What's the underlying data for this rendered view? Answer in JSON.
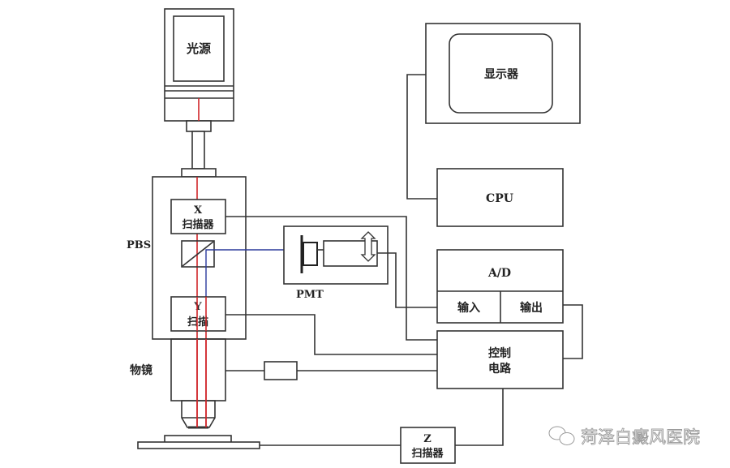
{
  "diagram": {
    "title": "Laser scanning confocal microscope block diagram",
    "labels": {
      "light_source": "光源",
      "pbs": "PBS",
      "x_scanner_line1": "X",
      "x_scanner_line2": "扫描器",
      "y_scanner_line1": "Y",
      "y_scanner_line2": "扫描",
      "objective": "物镜",
      "pmt": "PMT",
      "display": "显示器",
      "cpu": "CPU",
      "ad": "A/D",
      "ad_input": "输入",
      "ad_output": "输出",
      "control_line1": "控制",
      "control_line2": "电路",
      "z_scanner_line1": "Z",
      "z_scanner_line2": "扫描器"
    },
    "colors": {
      "laser_beam": "#d0262a",
      "return_beam": "#2b3a9c",
      "outline": "#333333"
    }
  },
  "watermark": {
    "icon": "wechat-icon",
    "text": "菏泽白癜风医院"
  }
}
